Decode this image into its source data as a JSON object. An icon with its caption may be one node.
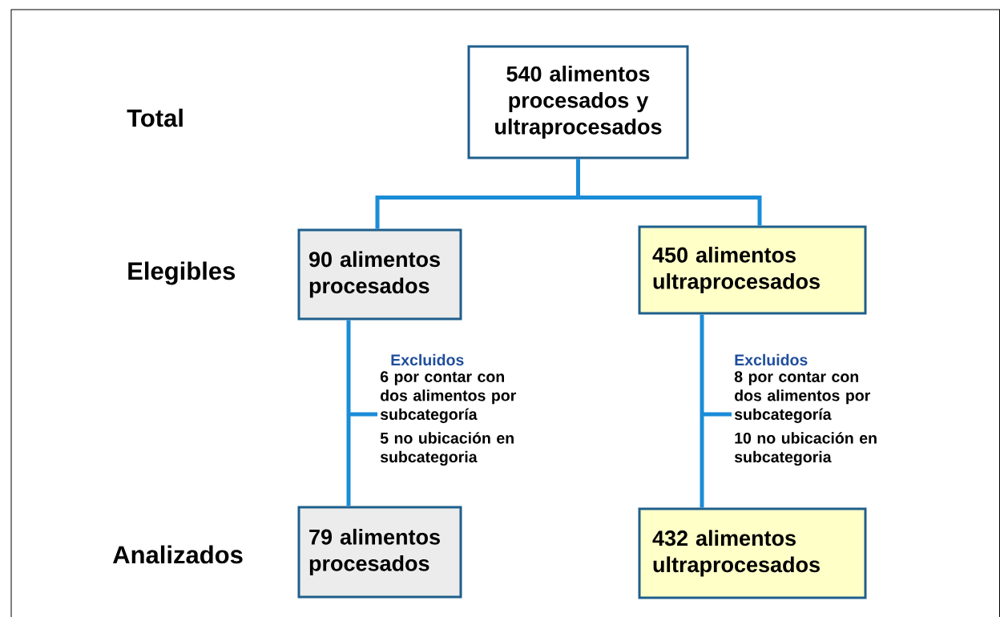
{
  "diagram": {
    "nodes": [
      {
        "text": [
          "540 alimentos procesados y ultraprocesados"
        ]
      },
      {
        "text": [
          "90 alimentos procesados"
        ]
      },
      {
        "text": [
          "450 alimentos ultraprocesados"
        ]
      },
      {
        "text": [
          "79 alimentos procesados"
        ]
      },
      {
        "text": [
          "432 alimentos ultraprocesados"
        ]
      }
    ],
    "edges": [
      {
        "from": 0,
        "to": 1,
        "arrow": "none"
      },
      {
        "from": 0,
        "to": 2,
        "arrow": "none"
      },
      {
        "from": 1,
        "to": 3,
        "arrow": "none"
      },
      {
        "from": 2,
        "to": 4,
        "arrow": "none"
      }
    ],
    "labels": [
      "Total",
      "Elegibles",
      "Excluidos",
      "6 por contar con dos alimentos por subcategoría",
      "5 no ubicación en subcategoria",
      "Excluidos",
      "8 por contar con dos alimentos por subcategoría",
      "10 no ubicación en subcategoria",
      "Analizados"
    ]
  }
}
